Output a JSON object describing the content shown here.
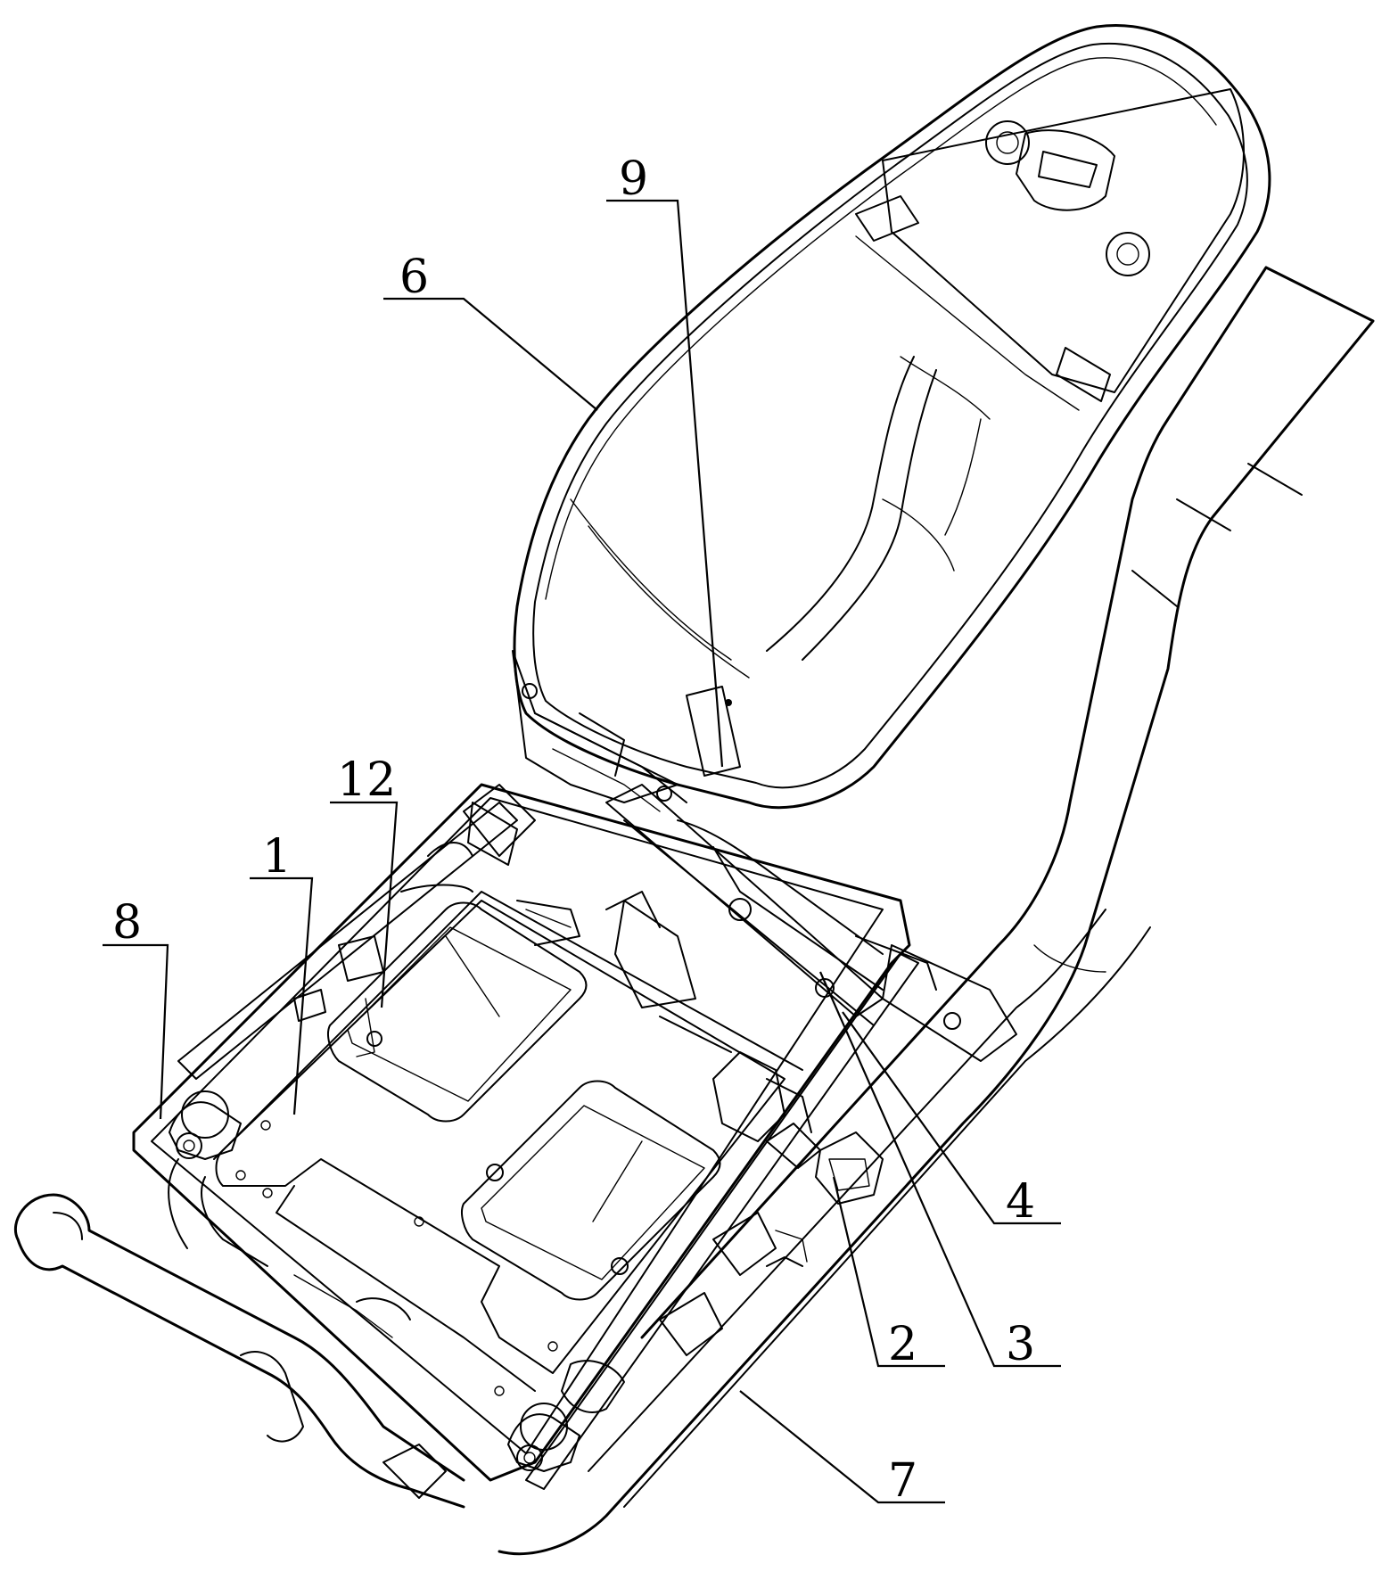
{
  "figure": {
    "labels": [
      {
        "id": "1",
        "text": "1"
      },
      {
        "id": "2",
        "text": "2"
      },
      {
        "id": "3",
        "text": "3"
      },
      {
        "id": "4",
        "text": "4"
      },
      {
        "id": "6",
        "text": "6"
      },
      {
        "id": "7",
        "text": "7"
      },
      {
        "id": "8",
        "text": "8"
      },
      {
        "id": "9",
        "text": "9"
      },
      {
        "id": "12",
        "text": "12"
      }
    ],
    "colors": {
      "line": "#000000",
      "background": "#ffffff"
    }
  }
}
